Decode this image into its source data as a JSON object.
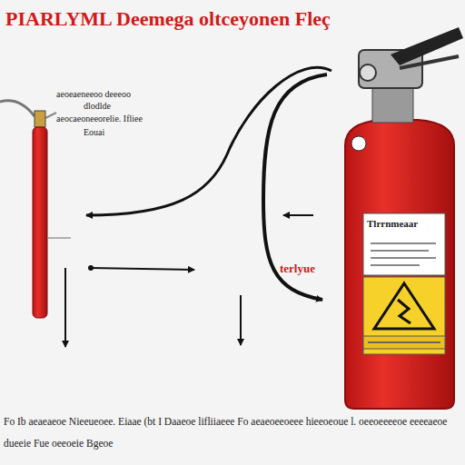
{
  "diagram": {
    "title": "PIARLYML Deemega oltceyonen Fleç",
    "labels": [
      "aeoeaeneeoo deeeoo",
      "dlodlde",
      "aeocaeoneeorelie. Ifliee",
      "Eouai",
      "terlyue",
      "Tlrrnmeaar"
    ],
    "caption": "Fo Ib aeaeaeoe Nieeueoee. Eiaae (bt I Daaeoe lifliiaeee Fo aeaeoeeoeee hieeoeoue l. oeeoeeeeoe eeeeaeoe dueeie Fue oeeoeie Bgeoe"
  }
}
